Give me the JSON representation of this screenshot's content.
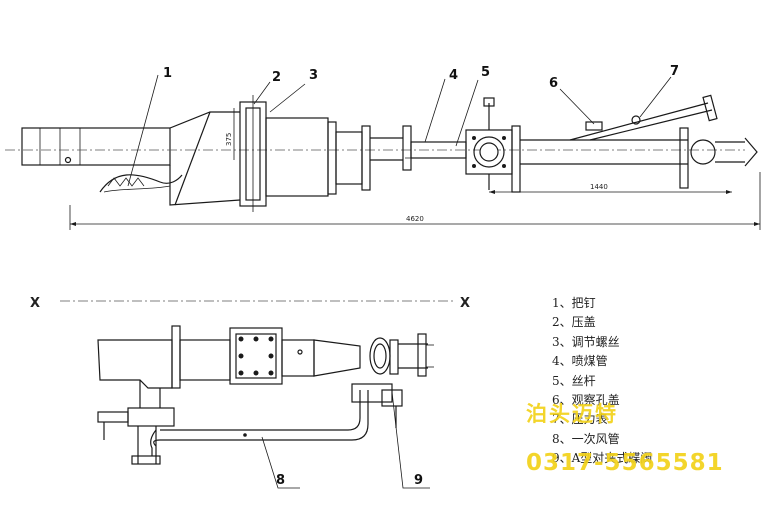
{
  "callouts": {
    "c1": "1",
    "c2": "2",
    "c3": "3",
    "c4": "4",
    "c5": "5",
    "c6": "6",
    "c7": "7",
    "c8": "8",
    "c9": "9"
  },
  "dimensions": {
    "vertical": "375",
    "length_1440": "1440",
    "overall": "4620"
  },
  "section": {
    "left": "X",
    "right": "X"
  },
  "legend": [
    "1、把钉",
    "2、压盖",
    "3、调节螺丝",
    "4、喷煤管",
    "5、丝杆",
    "6、观察孔盖",
    "7、压力表",
    "8、一次风管",
    "9、A型对夹式蝶阀"
  ],
  "watermark": {
    "name": "泊头迈特",
    "phone": "0317-5565581",
    "color": "#f2d21a"
  }
}
